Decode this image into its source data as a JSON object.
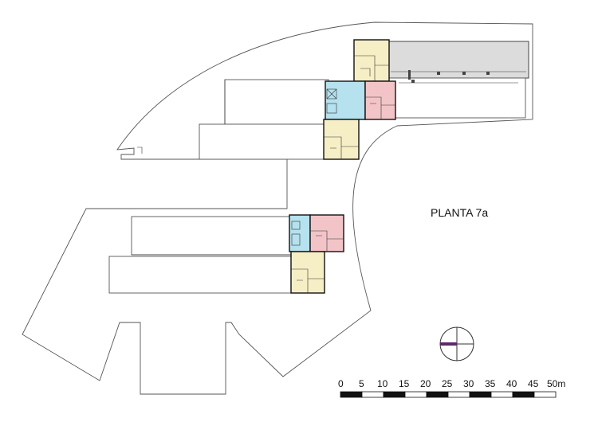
{
  "plan_label": "PLANTA 7a",
  "scale_bar": {
    "ticks": [
      "0",
      "5",
      "10",
      "15",
      "20",
      "25",
      "30",
      "35",
      "40",
      "45",
      "50m"
    ]
  },
  "colors": {
    "unit_yellow": "#f6efc6",
    "unit_pink": "#f2c4c8",
    "core_blue": "#b6e1ee",
    "roof_grey": "#dcdcdc",
    "line": "#555555"
  },
  "icons": [
    "north-arrow-icon"
  ]
}
